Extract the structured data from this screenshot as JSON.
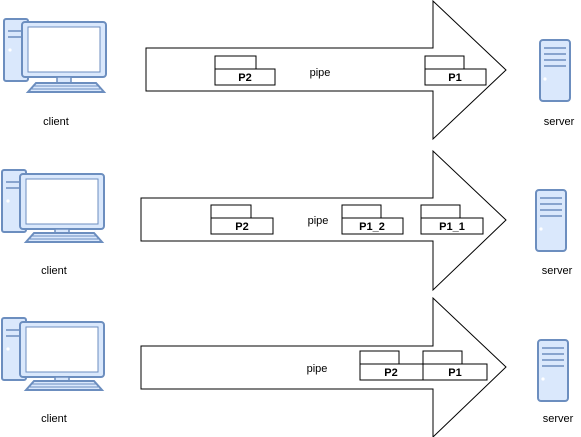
{
  "colors": {
    "device_fill": "#dae8fc",
    "device_stroke": "#6c8ebf",
    "device_dark": "#9eb3d1",
    "line": "#000000",
    "background": "#ffffff"
  },
  "rows": [
    {
      "client_label": "client",
      "server_label": "server",
      "pipe_label": "pipe",
      "packets": [
        {
          "label": "P2"
        },
        {
          "label": "P1"
        }
      ]
    },
    {
      "client_label": "client",
      "server_label": "server",
      "pipe_label": "pipe",
      "packets": [
        {
          "label": "P2"
        },
        {
          "label": "P1_2"
        },
        {
          "label": "P1_1"
        }
      ]
    },
    {
      "client_label": "client",
      "server_label": "server",
      "pipe_label": "pipe",
      "packets": [
        {
          "label": "P2"
        },
        {
          "label": "P1"
        }
      ]
    }
  ]
}
